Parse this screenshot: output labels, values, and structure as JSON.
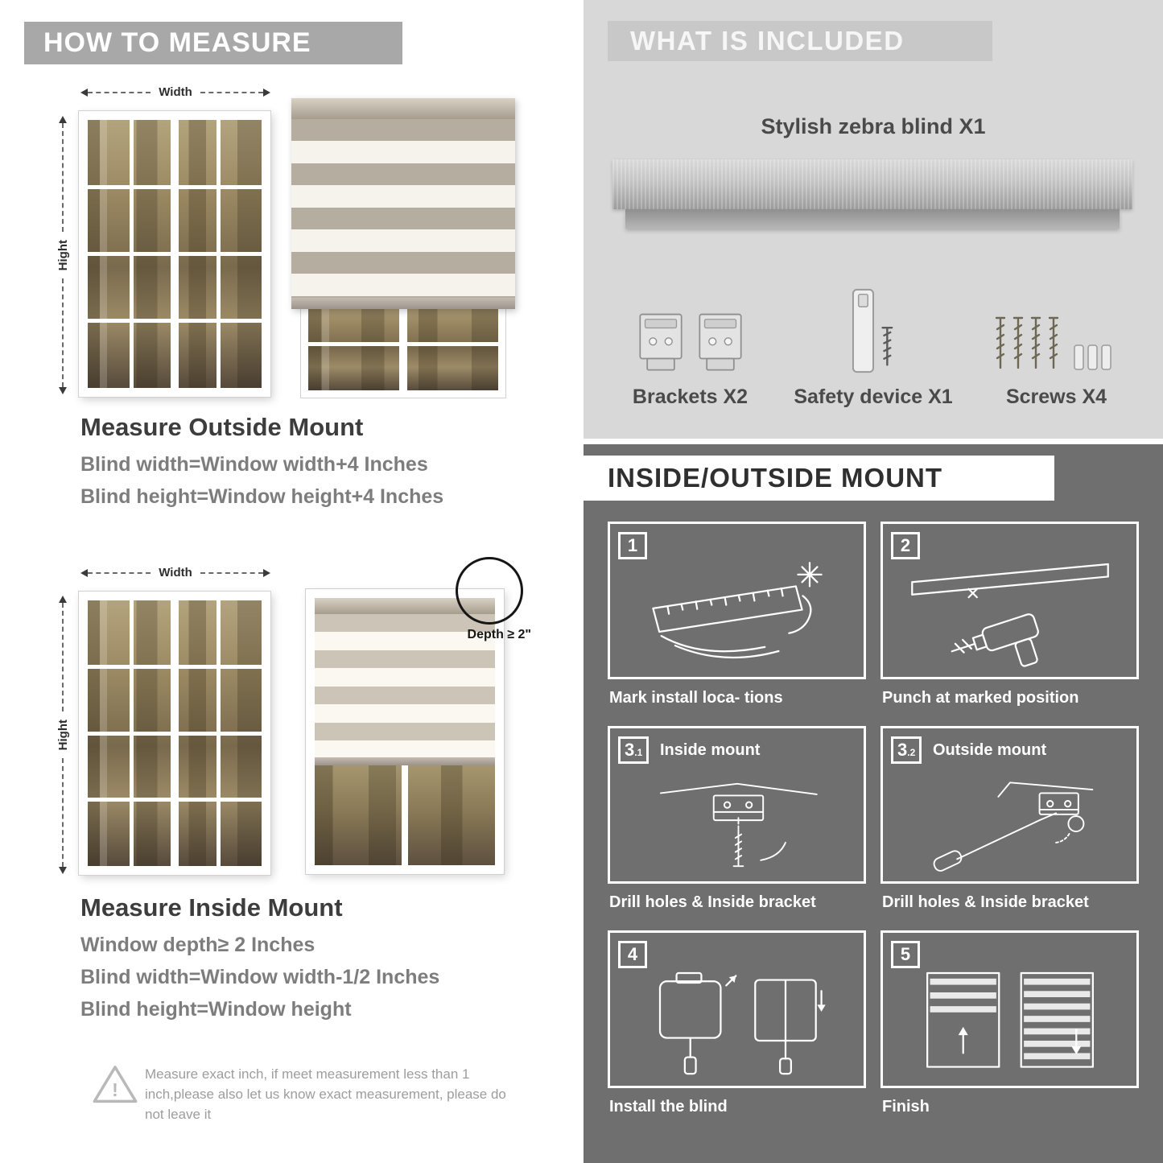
{
  "colors": {
    "left_header_bg": "#a8a8a8",
    "included_bg": "#d8d8d8",
    "mount_bg": "#6f6f6f",
    "heading_text": "#3d3d3d",
    "body_text": "#7d7d7d"
  },
  "left": {
    "header": "HOW TO MEASURE",
    "outside": {
      "width_label": "Width",
      "height_label": "Hight",
      "title": "Measure Outside Mount",
      "line1": "Blind width=Window width+4 Inches",
      "line2": "Blind height=Window height+4 Inches"
    },
    "inside": {
      "width_label": "Width",
      "height_label": "Hight",
      "depth_label": "Depth ≥ 2\"",
      "title": "Measure Inside Mount",
      "line1": "Window depth≥ 2 Inches",
      "line2": "Blind width=Window width-1/2 Inches",
      "line3": "Blind height=Window height"
    },
    "warning_icon_glyph": "!",
    "warning_text": "Measure exact inch, if meet measurement less than 1 inch,please also let us know exact measurement, please do not leave it"
  },
  "right": {
    "included": {
      "header": "WHAT IS INCLUDED",
      "blind_label": "Stylish zebra blind X1",
      "parts": [
        {
          "label": "Brackets X2"
        },
        {
          "label": "Safety device X1"
        },
        {
          "label": "Screws X4"
        }
      ]
    },
    "mount": {
      "header": "INSIDE/OUTSIDE MOUNT",
      "steps": [
        {
          "num": "1",
          "sub": "",
          "title": "",
          "caption": "Mark install loca- tions"
        },
        {
          "num": "2",
          "sub": "",
          "title": "",
          "caption": "Punch at  marked position"
        },
        {
          "num": "3",
          "sub": ".1",
          "title": "Inside mount",
          "caption": "Drill holes &  Inside bracket"
        },
        {
          "num": "3",
          "sub": ".2",
          "title": "Outside mount",
          "caption": "Drill holes &  Inside bracket"
        },
        {
          "num": "4",
          "sub": "",
          "title": "",
          "caption": "Install the blind"
        },
        {
          "num": "5",
          "sub": "",
          "title": "",
          "caption": "Finish"
        }
      ]
    }
  }
}
